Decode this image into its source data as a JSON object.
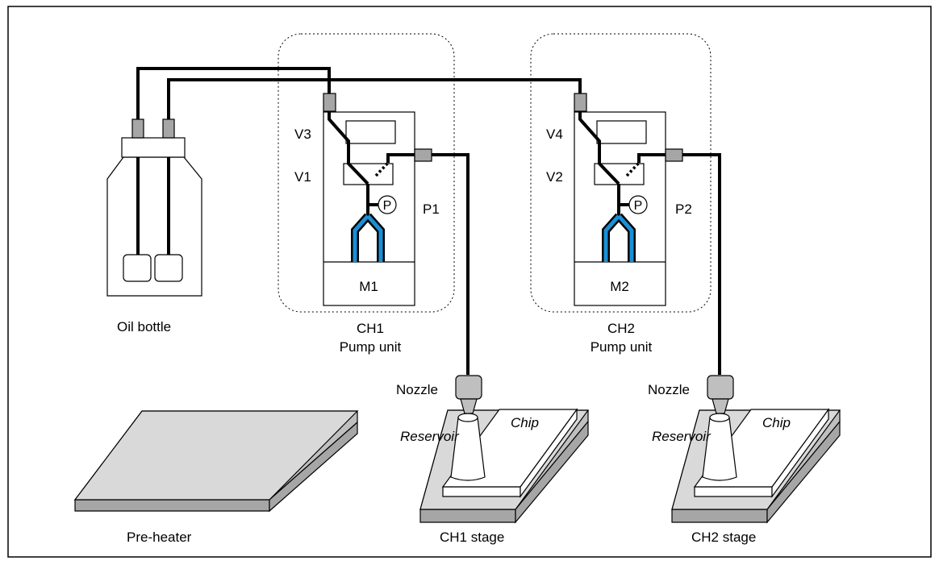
{
  "oil_bottle": {
    "label": "Oil bottle"
  },
  "pump_units": [
    {
      "label_line1": "CH1",
      "label_line2": "Pump unit",
      "valve_top": "V3",
      "valve_main": "V1",
      "pressure_sensor": "P",
      "pressure_label": "P1",
      "motor": "M1"
    },
    {
      "label_line1": "CH2",
      "label_line2": "Pump unit",
      "valve_top": "V4",
      "valve_main": "V2",
      "pressure_sensor": "P",
      "pressure_label": "P2",
      "motor": "M2"
    }
  ],
  "stages": [
    {
      "nozzle": "Nozzle",
      "reservoir": "Reservoir",
      "chip": "Chip",
      "label": "CH1 stage"
    },
    {
      "nozzle": "Nozzle",
      "reservoir": "Reservoir",
      "chip": "Chip",
      "label": "CH2 stage"
    }
  ],
  "pre_heater": {
    "label": "Pre-heater"
  },
  "colors": {
    "tube": "#000000",
    "fitting": "#a6a6a6",
    "pump_tube": "#1a8fd6",
    "plate": "#d9d9d9",
    "outline": "#000000"
  }
}
